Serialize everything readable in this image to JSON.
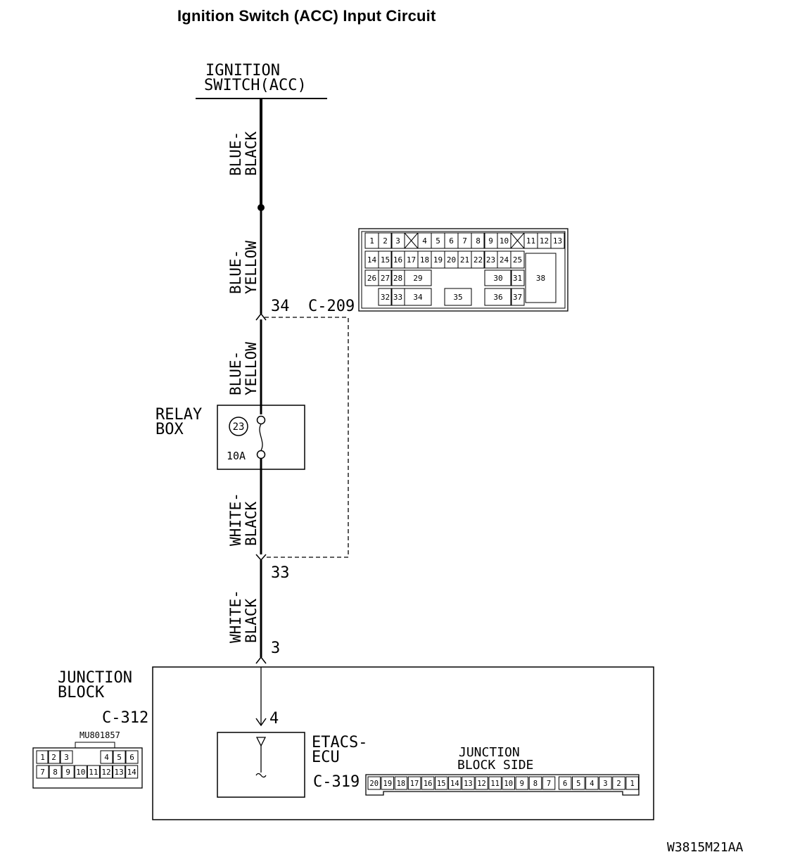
{
  "title": "Ignition Switch (ACC) Input Circuit",
  "source": {
    "line1": "IGNITION",
    "line2": "SWITCH(ACC)"
  },
  "wires": {
    "w1": {
      "line1": "BLUE-",
      "line2": "BLACK"
    },
    "w2": {
      "line1": "BLUE-",
      "line2": "YELLOW"
    },
    "w3": {
      "line1": "BLUE-",
      "line2": "YELLOW"
    },
    "w4": {
      "line1": "WHITE-",
      "line2": "BLACK"
    },
    "w5": {
      "line1": "WHITE-",
      "line2": "BLACK"
    }
  },
  "pins": {
    "p34": "34",
    "c209": "C-209",
    "p33": "33",
    "p3": "3",
    "p4": "4"
  },
  "relay_box": {
    "line1": "RELAY",
    "line2": "BOX",
    "fuse_no": "23",
    "rating": "10A"
  },
  "junction_block": {
    "line1": "JUNCTION",
    "line2": "BLOCK",
    "connector": "C-312",
    "part_no": "MU801857"
  },
  "etacs": {
    "line1": "ETACS-",
    "line2": "ECU",
    "connector": "C-319"
  },
  "jb_side": {
    "line1": "JUNCTION",
    "line2": "BLOCK SIDE"
  },
  "c209_connector": {
    "row1": [
      "1",
      "2",
      "3",
      "4",
      "5",
      "6",
      "7",
      "8",
      "9",
      "10",
      "11",
      "12",
      "13"
    ],
    "row2": [
      "14",
      "15",
      "16",
      "17",
      "18",
      "19",
      "20",
      "21",
      "22",
      "23",
      "24",
      "25"
    ],
    "row3": [
      "26",
      "27",
      "28",
      "29",
      "30",
      "31",
      "38"
    ],
    "row4": [
      "32",
      "33",
      "34",
      "35",
      "36",
      "37"
    ]
  },
  "c312_connector": {
    "row1": [
      "1",
      "2",
      "3",
      "4",
      "5",
      "6"
    ],
    "row2": [
      "7",
      "8",
      "9",
      "10",
      "11",
      "12",
      "13",
      "14"
    ]
  },
  "c319_connector": {
    "pins": [
      "20",
      "19",
      "18",
      "17",
      "16",
      "15",
      "14",
      "13",
      "12",
      "11",
      "10",
      "9",
      "8",
      "7",
      "6",
      "5",
      "4",
      "3",
      "2",
      "1"
    ]
  },
  "figure_id": "W3815M21AA"
}
